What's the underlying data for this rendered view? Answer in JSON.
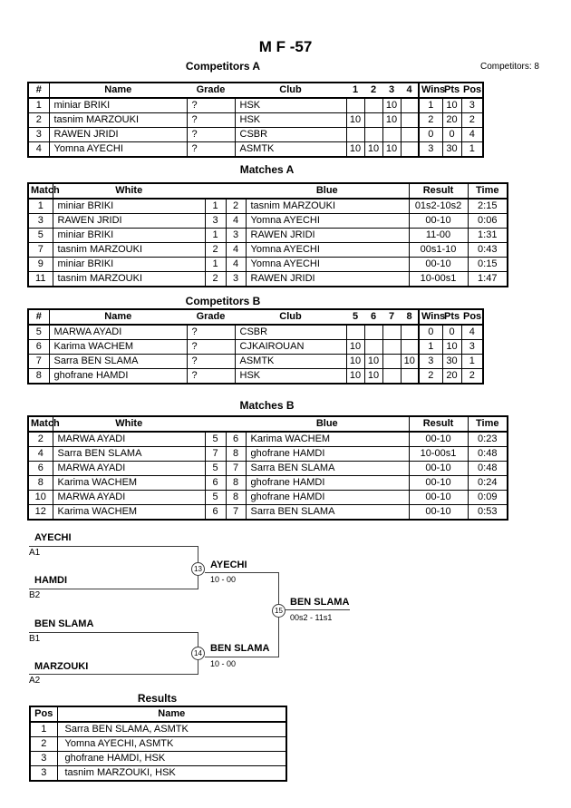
{
  "title": "M F -57",
  "competitors_count": "Competitors: 8",
  "tables": {
    "competitors_a": {
      "heading": "Competitors A",
      "headers": [
        "#",
        "Name",
        "Grade",
        "Club",
        "1",
        "2",
        "3",
        "4",
        "Wins",
        "Pts",
        "Pos"
      ],
      "rows": [
        [
          "1",
          "miniar BRIKI",
          "?",
          "HSK",
          "",
          "",
          "10",
          "",
          "1",
          "10",
          "3"
        ],
        [
          "2",
          "tasnim MARZOUKI",
          "?",
          "HSK",
          "10",
          "",
          "10",
          "",
          "2",
          "20",
          "2"
        ],
        [
          "3",
          "RAWEN JRIDI",
          "?",
          "CSBR",
          "",
          "",
          "",
          "",
          "0",
          "0",
          "4"
        ],
        [
          "4",
          "Yomna AYECHI",
          "?",
          "ASMTK",
          "10",
          "10",
          "10",
          "",
          "3",
          "30",
          "1"
        ]
      ]
    },
    "matches_a": {
      "heading": "Matches A",
      "headers": [
        "Match",
        "White",
        "",
        "",
        "Blue",
        "Result",
        "Time"
      ],
      "rows": [
        [
          "1",
          "miniar BRIKI",
          "1",
          "2",
          "tasnim MARZOUKI",
          "01s2-10s2",
          "2:15"
        ],
        [
          "3",
          "RAWEN JRIDI",
          "3",
          "4",
          "Yomna AYECHI",
          "00-10",
          "0:06"
        ],
        [
          "5",
          "miniar BRIKI",
          "1",
          "3",
          "RAWEN JRIDI",
          "11-00",
          "1:31"
        ],
        [
          "7",
          "tasnim MARZOUKI",
          "2",
          "4",
          "Yomna AYECHI",
          "00s1-10",
          "0:43"
        ],
        [
          "9",
          "miniar BRIKI",
          "1",
          "4",
          "Yomna AYECHI",
          "00-10",
          "0:15"
        ],
        [
          "11",
          "tasnim MARZOUKI",
          "2",
          "3",
          "RAWEN JRIDI",
          "10-00s1",
          "1:47"
        ]
      ]
    },
    "competitors_b": {
      "heading": "Competitors B",
      "headers": [
        "#",
        "Name",
        "Grade",
        "Club",
        "5",
        "6",
        "7",
        "8",
        "Wins",
        "Pts",
        "Pos"
      ],
      "rows": [
        [
          "5",
          "MARWA AYADI",
          "?",
          "CSBR",
          "",
          "",
          "",
          "",
          "0",
          "0",
          "4"
        ],
        [
          "6",
          "Karima WACHEM",
          "?",
          "CJKAIROUAN",
          "10",
          "",
          "",
          "",
          "1",
          "10",
          "3"
        ],
        [
          "7",
          "Sarra BEN SLAMA",
          "?",
          "ASMTK",
          "10",
          "10",
          "",
          "10",
          "3",
          "30",
          "1"
        ],
        [
          "8",
          "ghofrane HAMDI",
          "?",
          "HSK",
          "10",
          "10",
          "",
          "",
          "2",
          "20",
          "2"
        ]
      ]
    },
    "matches_b": {
      "heading": "Matches B",
      "headers": [
        "Match",
        "White",
        "",
        "",
        "Blue",
        "Result",
        "Time"
      ],
      "rows": [
        [
          "2",
          "MARWA AYADI",
          "5",
          "6",
          "Karima WACHEM",
          "00-10",
          "0:23"
        ],
        [
          "4",
          "Sarra BEN SLAMA",
          "7",
          "8",
          "ghofrane HAMDI",
          "10-00s1",
          "0:48"
        ],
        [
          "6",
          "MARWA AYADI",
          "5",
          "7",
          "Sarra BEN SLAMA",
          "00-10",
          "0:48"
        ],
        [
          "8",
          "Karima WACHEM",
          "6",
          "8",
          "ghofrane HAMDI",
          "00-10",
          "0:24"
        ],
        [
          "10",
          "MARWA AYADI",
          "5",
          "8",
          "ghofrane HAMDI",
          "00-10",
          "0:09"
        ],
        [
          "12",
          "Karima WACHEM",
          "6",
          "7",
          "Sarra BEN SLAMA",
          "00-10",
          "0:53"
        ]
      ]
    },
    "results": {
      "heading": "Results",
      "headers": [
        "Pos",
        "Name"
      ],
      "rows": [
        [
          "1",
          "Sarra BEN SLAMA, ASMTK"
        ],
        [
          "2",
          "Yomna AYECHI, ASMTK"
        ],
        [
          "3",
          "ghofrane HAMDI, HSK"
        ],
        [
          "3",
          "tasnim MARZOUKI, HSK"
        ]
      ]
    }
  },
  "bracket": {
    "sf1": {
      "match_no": "13",
      "top_name": "AYECHI",
      "top_seed": "A1",
      "bottom_name": "HAMDI",
      "bottom_seed": "B2",
      "winner": "AYECHI",
      "score": "10 - 00"
    },
    "sf2": {
      "match_no": "14",
      "top_name": "BEN SLAMA",
      "top_seed": "B1",
      "bottom_name": "MARZOUKI",
      "bottom_seed": "A2",
      "winner": "BEN SLAMA",
      "score": "10 - 00"
    },
    "final": {
      "match_no": "15",
      "winner": "BEN SLAMA",
      "score": "00s2 - 11s1"
    }
  }
}
